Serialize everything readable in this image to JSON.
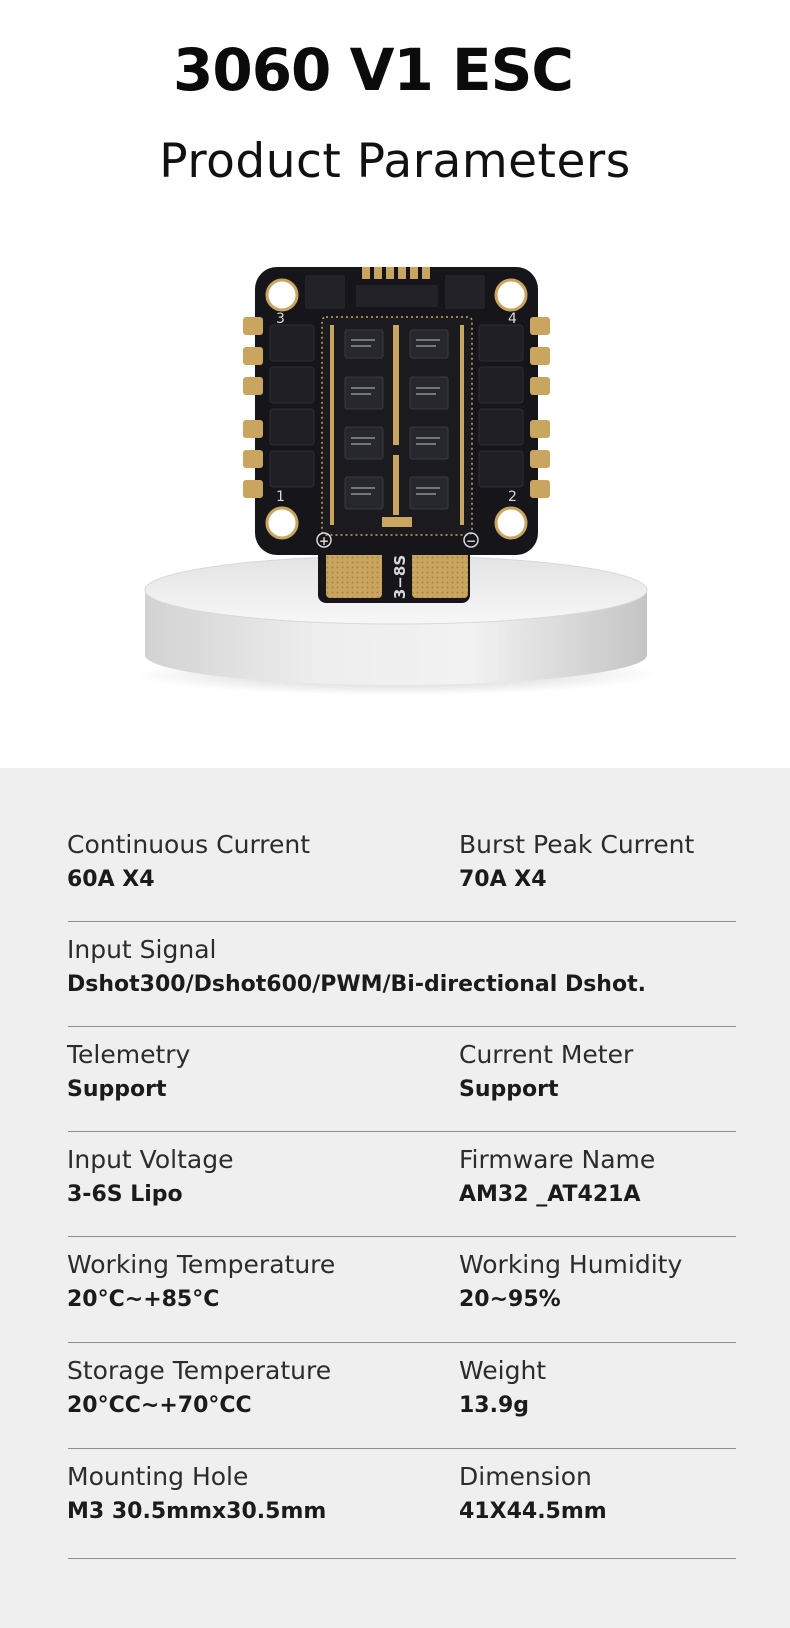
{
  "header": {
    "title": "3060 V1 ESC",
    "subtitle": "Product Parameters"
  },
  "board_markings": {
    "motor_1": "1",
    "motor_2": "2",
    "motor_3": "3",
    "motor_4": "4",
    "pos": "+",
    "neg": "−",
    "model": "3−8S"
  },
  "params": {
    "rows": [
      {
        "left": {
          "label": "Continuous Current",
          "value": "60A X4"
        },
        "right": {
          "label": "Burst Peak Current",
          "value": "70A X4"
        }
      },
      {
        "left": {
          "label": "Input Signal",
          "value": "Dshot300/Dshot600/PWM/Bi-directional Dshot."
        }
      },
      {
        "left": {
          "label": "Telemetry",
          "value": "Support"
        },
        "right": {
          "label": "Current Meter",
          "value": "Support"
        }
      },
      {
        "left": {
          "label": "Input Voltage",
          "value": "3-6S Lipo"
        },
        "right": {
          "label": "Firmware Name",
          "value": "AM32 _AT421A"
        }
      },
      {
        "left": {
          "label": "Working Temperature",
          "value": "20°C~+85°C"
        },
        "right": {
          "label": "Working Humidity",
          "value": "20~95%"
        }
      },
      {
        "left": {
          "label": "Storage Temperature",
          "value": "20°CC~+70°CC"
        },
        "right": {
          "label": "Weight",
          "value": "13.9g"
        }
      },
      {
        "left": {
          "label": "Mounting Hole",
          "value": "M3 30.5mmx30.5mm"
        },
        "right": {
          "label": "Dimension",
          "value": "41X44.5mm"
        }
      }
    ]
  },
  "colors": {
    "page_bg": "#ffffff",
    "params_bg": "#efefef",
    "pcb": "#16161a",
    "gold_pad": "#c9a560",
    "divider": "#8e8e8e"
  }
}
